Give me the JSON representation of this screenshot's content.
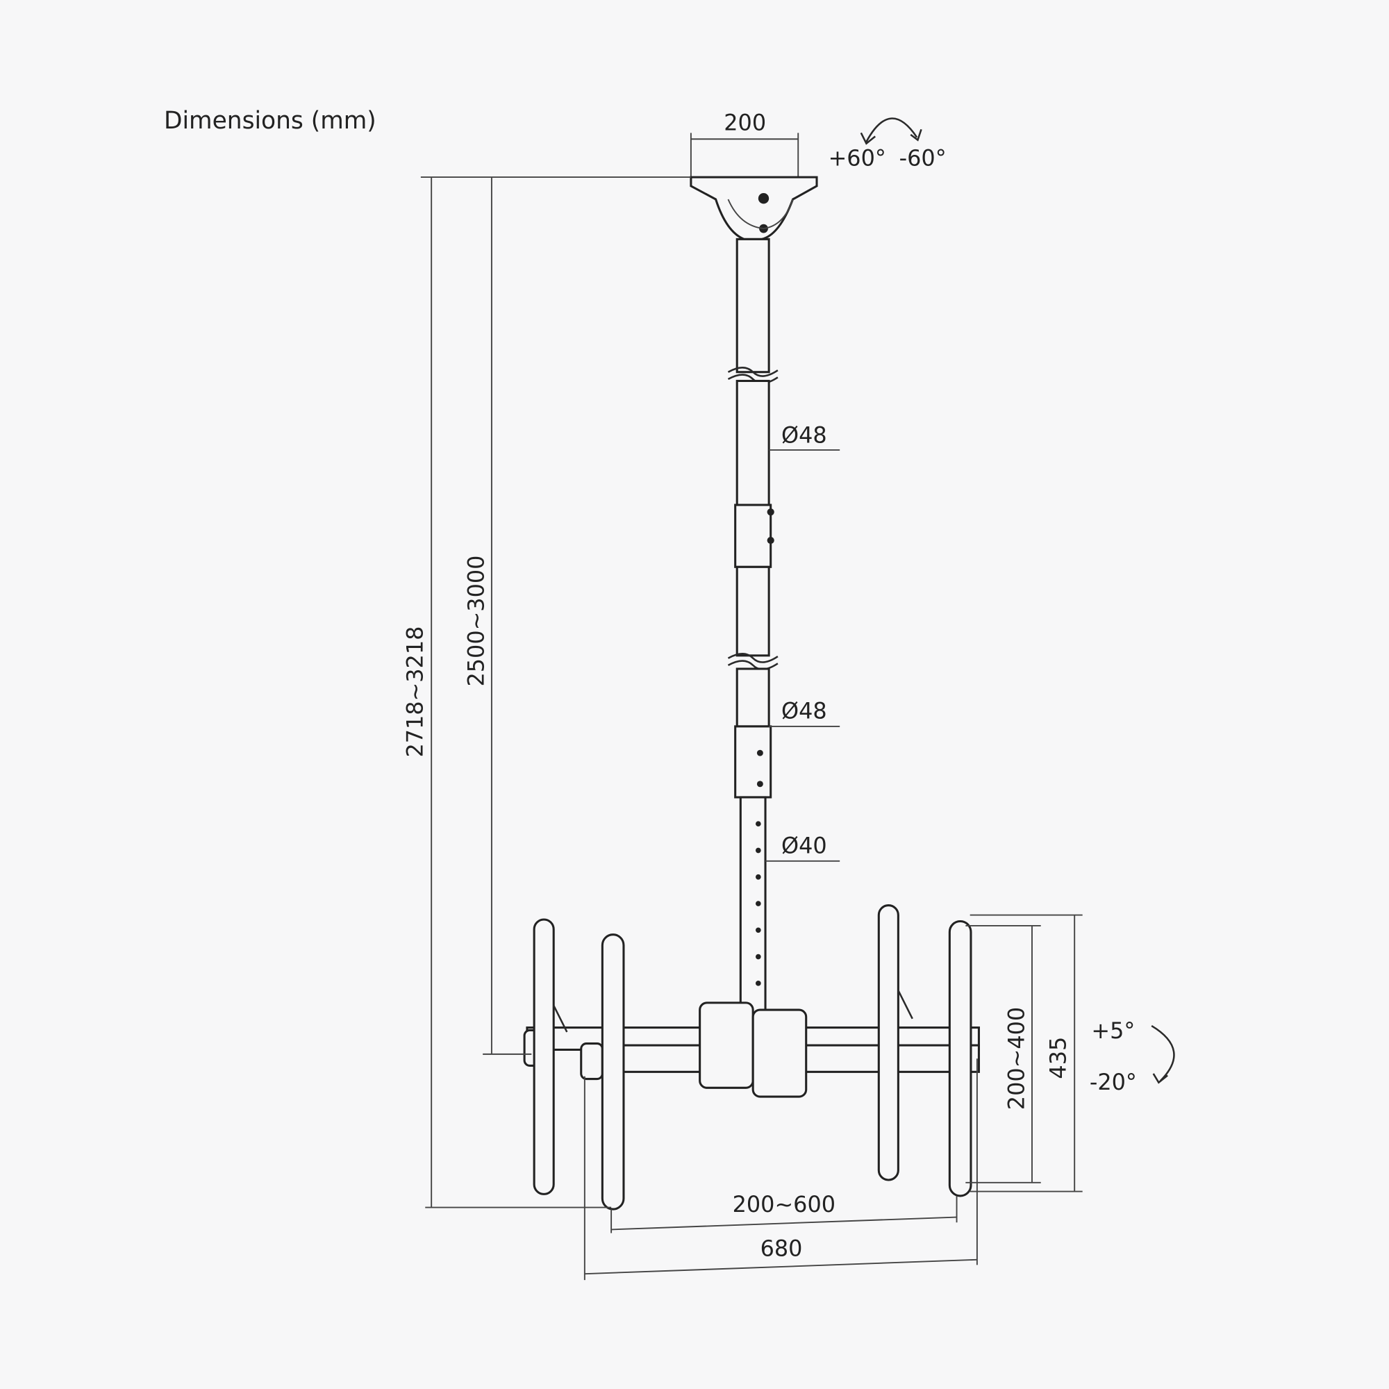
{
  "title": "Dimensions (mm)",
  "dimensions": {
    "plate_width": "200",
    "swivel_plus": "+60°",
    "swivel_minus": "-60°",
    "pole_upper_diameter": "Ø48",
    "pole_middle_diameter": "Ø48",
    "pole_lower_diameter": "Ø40",
    "total_height": "2718~3218",
    "pole_height": "2500~3000",
    "vesa_vertical": "200~400",
    "bracket_height": "435",
    "tilt_plus": "+5°",
    "tilt_minus": "-20°",
    "vesa_horizontal": "200~600",
    "total_width": "680"
  },
  "colors": {
    "background": "#f7f7f8",
    "line": "#222222"
  }
}
